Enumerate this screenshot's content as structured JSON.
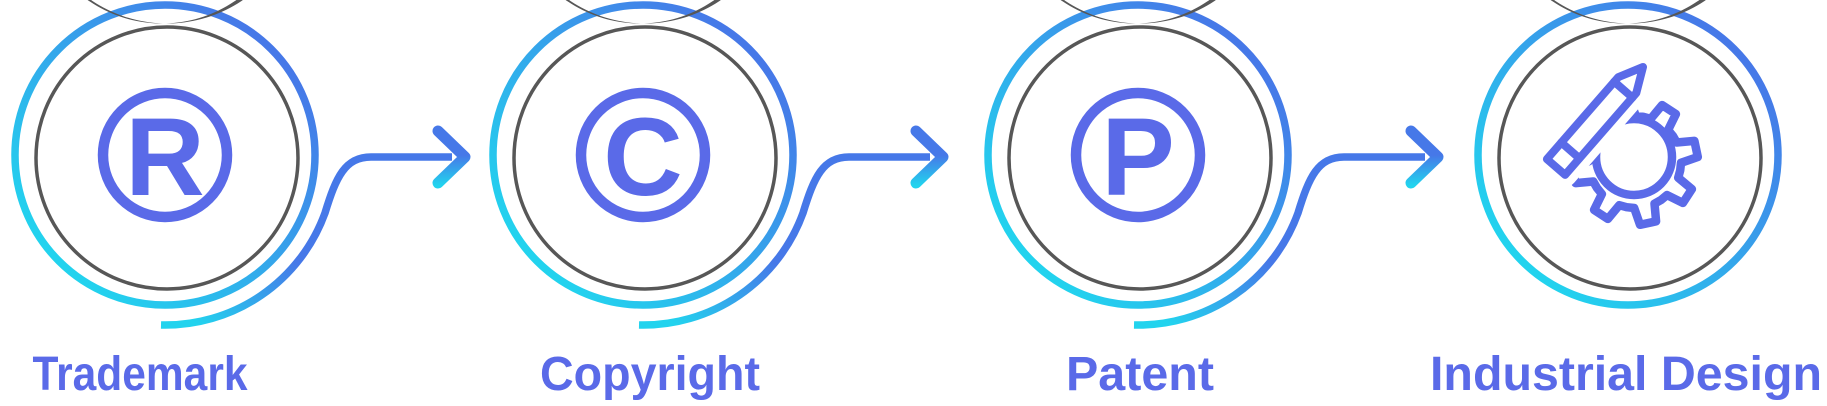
{
  "diagram": {
    "type": "process-flow",
    "background": "#ffffff",
    "badges": [
      {
        "label": "Trademark",
        "glyph": "R",
        "icon": "registered-trademark-icon"
      },
      {
        "label": "Copyright",
        "glyph": "C",
        "icon": "copyright-icon"
      },
      {
        "label": "Patent",
        "glyph": "P",
        "icon": "patent-icon"
      },
      {
        "label": "Industrial Design",
        "glyph": "",
        "icon": "pencil-gear-icon"
      }
    ],
    "connectors": [
      {
        "icon": "arrow-right"
      },
      {
        "icon": "arrow-right"
      },
      {
        "icon": "arrow-right"
      }
    ],
    "colors": {
      "accent_blue": "#4678E8",
      "accent_cyan": "#22D3EE",
      "symbol_blue": "#5A6AE8",
      "shadow_gray": "#575757",
      "label_text": "#5A6AE8"
    }
  }
}
